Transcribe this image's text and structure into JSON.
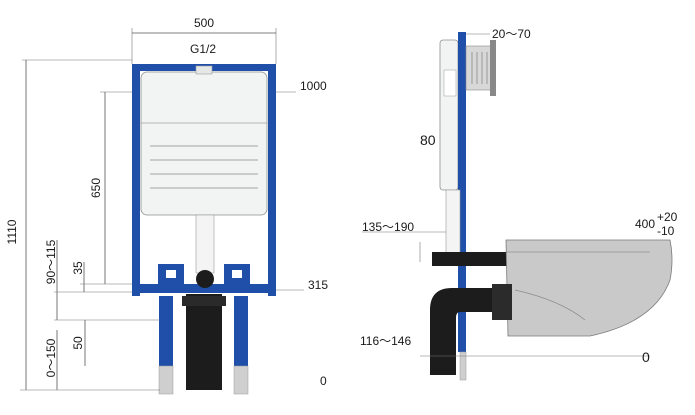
{
  "front_view": {
    "width_label": "500",
    "inlet_label": "G1/2",
    "top_height_label": "1000",
    "total_height_label": "1110",
    "cistern_height_label": "650",
    "bracket_range_label": "90～115",
    "bracket_offset_label": "35",
    "outlet_height_label": "315",
    "foot_label": "50",
    "foot_range_label": "0～150",
    "floor_label": "0"
  },
  "side_view": {
    "depth_range_label": "20～70",
    "button_label": "80",
    "pipe_range_label": "135～190",
    "bowl_height_label": "400",
    "bowl_tol_plus": "+20",
    "bowl_tol_minus": "-10",
    "outlet_range_label": "116～146",
    "floor_label": "0"
  },
  "colors": {
    "frame": "#1f4fa8",
    "cistern": "#f2f4f3",
    "pipe": "#1c1c1c",
    "bowl": "#c9c9c9",
    "foot": "#cfcfcf"
  }
}
